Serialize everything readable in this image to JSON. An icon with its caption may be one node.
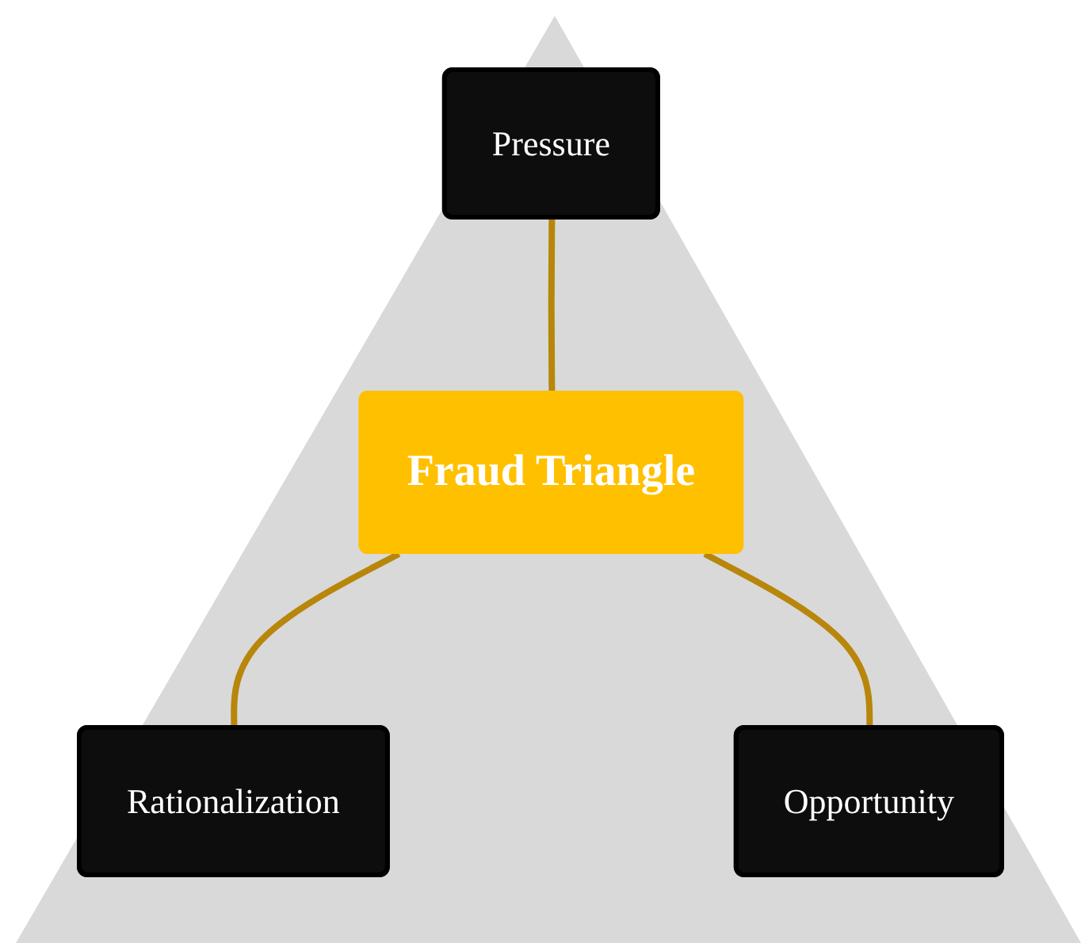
{
  "diagram": {
    "nodes": [
      {
        "text": [
          "Pressure"
        ]
      },
      {
        "text": [
          "Fraud Triangle"
        ]
      },
      {
        "text": [
          "Rationalization"
        ]
      },
      {
        "text": [
          "Opportunity"
        ]
      }
    ],
    "edges": [
      {
        "from": 0,
        "to": 1,
        "arrow": "none"
      },
      {
        "from": 1,
        "to": 2,
        "arrow": "none"
      },
      {
        "from": 1,
        "to": 3,
        "arrow": "none"
      }
    ]
  }
}
